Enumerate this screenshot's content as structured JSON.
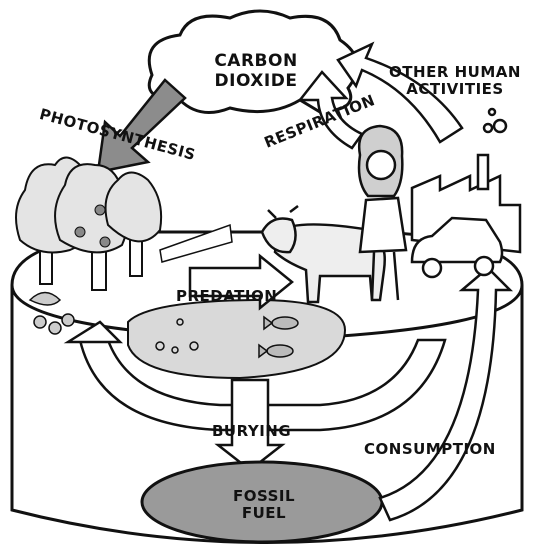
{
  "labels": {
    "carbon_dioxide": [
      "CARBON",
      "DIOXIDE"
    ],
    "photosynthesis": "PHOTOSYNTHESIS",
    "respiration": "RESPIRATION",
    "other_human_activities": [
      "OTHER HUMAN",
      "ACTIVITIES"
    ],
    "predation": "PREDATION",
    "burying": "BURYING",
    "consumption": "CONSUMPTION",
    "fossil_fuel": [
      "FOSSIL",
      "FUEL"
    ]
  },
  "colors": {
    "outline": "#111111",
    "arrow_fill": "#ffffff",
    "photosynthesis_arrow": "#8c8c8c",
    "pond": "#d9d9d9",
    "fossil_fuel": "#9a9a9a",
    "tree": "#e4e4e4"
  }
}
